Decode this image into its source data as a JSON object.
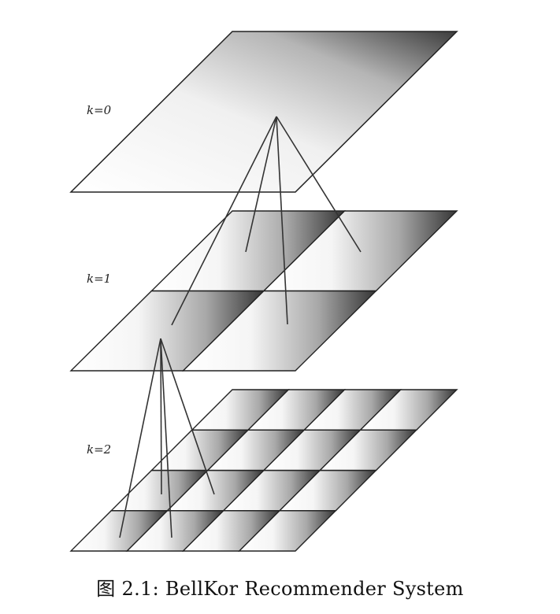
{
  "levels": [
    {
      "label": "k=0",
      "k": 0
    },
    {
      "label": "k=1",
      "k": 1
    },
    {
      "label": "k=2",
      "k": 2
    }
  ],
  "caption": {
    "prefix": "图",
    "text": "2.1: BellKor Recommender System"
  },
  "colors": {
    "outline": "#222222",
    "shade_dark": "#3a3a3a",
    "shade_light": "#ffffff",
    "connector": "#333333"
  }
}
